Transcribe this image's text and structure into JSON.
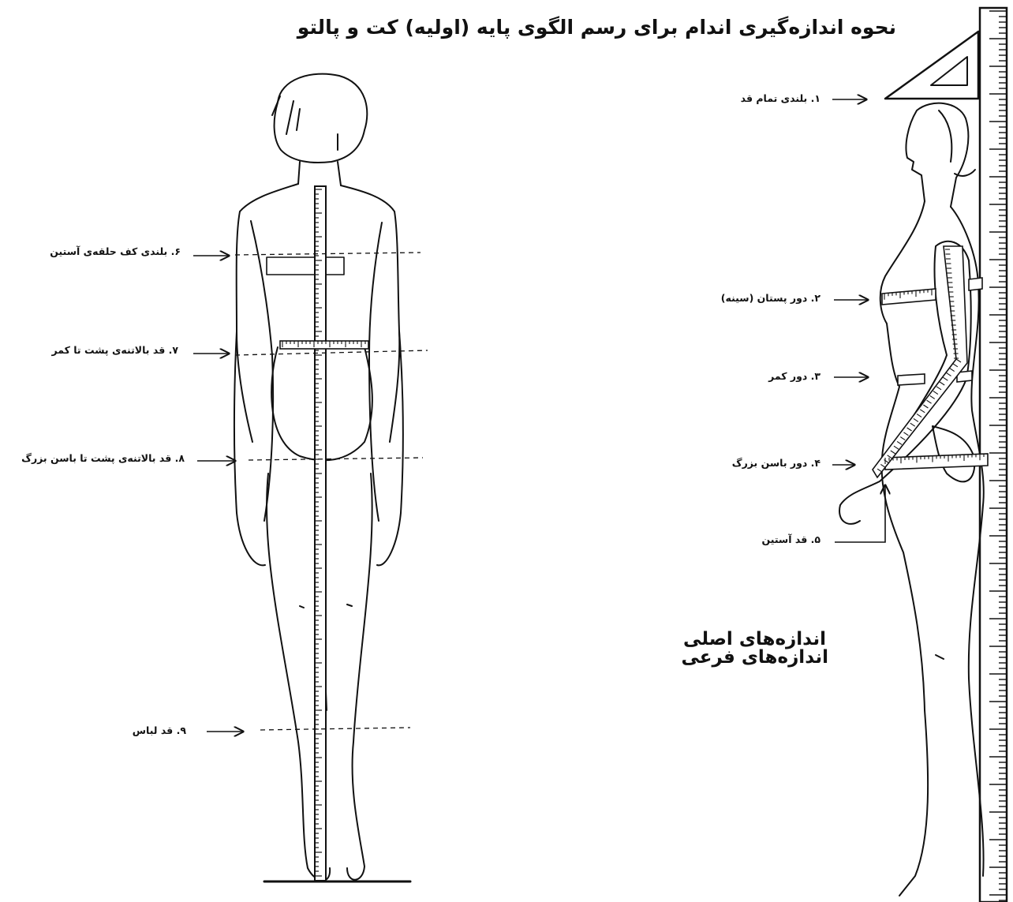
{
  "title": "نحوه اندازه‌گیری اندام برای رسم الگوی پایه (اولیه) کت و پالتو",
  "sections": {
    "main": "اندازه‌های اصلی",
    "secondary": "اندازه‌های فرعی"
  },
  "measurements": {
    "m1": "۱. بلندی تمام قد",
    "m2": "۲. دور پستان (سینه)",
    "m3": "۳. دور کمر",
    "m4": "۴. دور باسن بزرگ",
    "m5": "۵. قد آستین",
    "m6": "۶. بلندی کف حلقه‌ی آستین",
    "m7": "۷. قد بالاتنه‌ی پشت تا کمر",
    "m8": "۸. قد بالاتنه‌ی پشت تا باسن بزرگ",
    "m9": "۹. قد لباس"
  },
  "colors": {
    "ink": "#111111",
    "background": "#ffffff"
  }
}
